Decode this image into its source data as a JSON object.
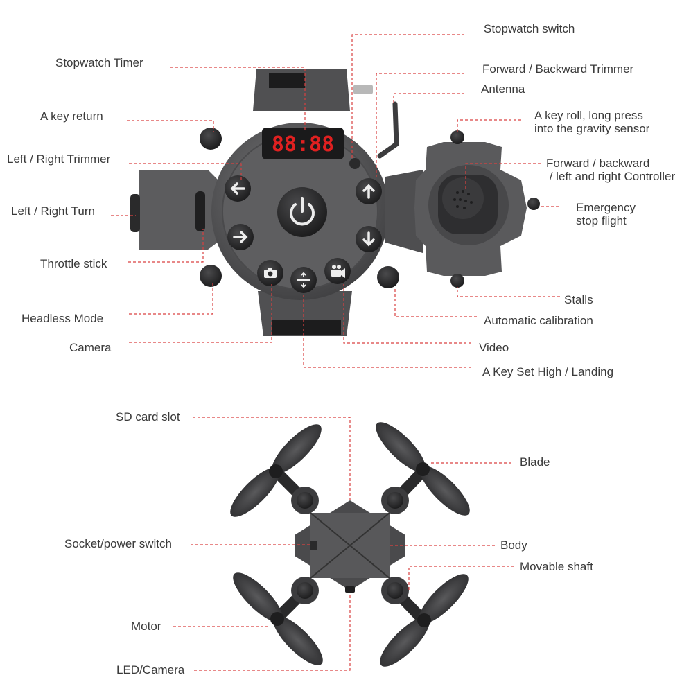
{
  "display": {
    "digits": "88:88"
  },
  "controller_labels": {
    "stopwatch_timer": "Stopwatch Timer",
    "a_key_return": "A key return",
    "left_right_trimmer": "Left / Right Trimmer",
    "left_right_turn": "Left / Right Turn",
    "throttle_stick": "Throttle stick",
    "headless_mode": "Headless Mode",
    "camera": "Camera",
    "stopwatch_switch": "Stopwatch switch",
    "forward_backward_trimmer": "Forward / Backward Trimmer",
    "antenna": "Antenna",
    "a_key_roll_1": "A key roll, long press",
    "a_key_roll_2": "into the gravity sensor",
    "fb_controller_1": "Forward / backward",
    "fb_controller_2": " / left and right Controller",
    "emergency_1": "Emergency",
    "emergency_2": "stop flight",
    "stalls": "Stalls",
    "automatic_calibration": "Automatic calibration",
    "video": "Video",
    "a_key_set_high": "A Key Set High / Landing"
  },
  "drone_labels": {
    "sd_card_slot": "SD card slot",
    "blade": "Blade",
    "socket_power_switch": "Socket/power switch",
    "body": "Body",
    "movable_shaft": "Movable shaft",
    "motor": "Motor",
    "led_camera": "LED/Camera"
  },
  "colors": {
    "leader": "#d94040",
    "display_red": "#e02020",
    "device": "#5a5a5c"
  },
  "icons": [
    "power-icon",
    "arrow-left-icon",
    "arrow-right-icon",
    "arrow-up-icon",
    "arrow-down-icon",
    "camera-icon",
    "video-icon",
    "takeoff-landing-icon"
  ]
}
